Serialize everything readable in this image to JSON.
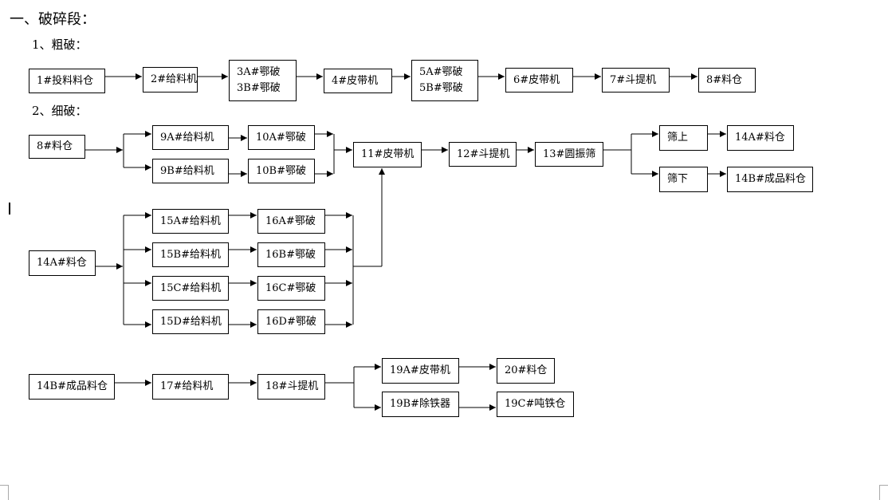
{
  "headings": {
    "main": "一、破碎段：",
    "coarse": "1、粗破：",
    "fine": "2、细破："
  },
  "nodes": {
    "n1": "1#投料料仓",
    "n2": "2#给料机",
    "n3a": "3A#鄂破",
    "n3b": "3B#鄂破",
    "n4": "4#皮带机",
    "n5a": "5A#鄂破",
    "n5b": "5B#鄂破",
    "n6": "6#皮带机",
    "n7": "7#斗提机",
    "n8a": "8#料仓",
    "n8b": "8#料仓",
    "n9a": "9A#给料机",
    "n9b": "9B#给料机",
    "n10a": "10A#鄂破",
    "n10b": "10B#鄂破",
    "n11": "11#皮带机",
    "n12": "12#斗提机",
    "n13": "13#圆振筛",
    "up": "筛上",
    "down": "筛下",
    "n14a_out": "14A#料仓",
    "n14b_out": "14B#成品料仓",
    "n14a": "14A#料仓",
    "n15a": "15A#给料机",
    "n15b": "15B#给料机",
    "n15c": "15C#给料机",
    "n15d": "15D#给料机",
    "n16a": "16A#鄂破",
    "n16b": "16B#鄂破",
    "n16c": "16C#鄂破",
    "n16d": "16D#鄂破",
    "n14b": "14B#成品料仓",
    "n17": "17#给料机",
    "n18": "18#斗提机",
    "n19a": "19A#皮带机",
    "n19b": "19B#除铁器",
    "n20": "20#料仓",
    "n19c": "19C#吨铁仓"
  }
}
